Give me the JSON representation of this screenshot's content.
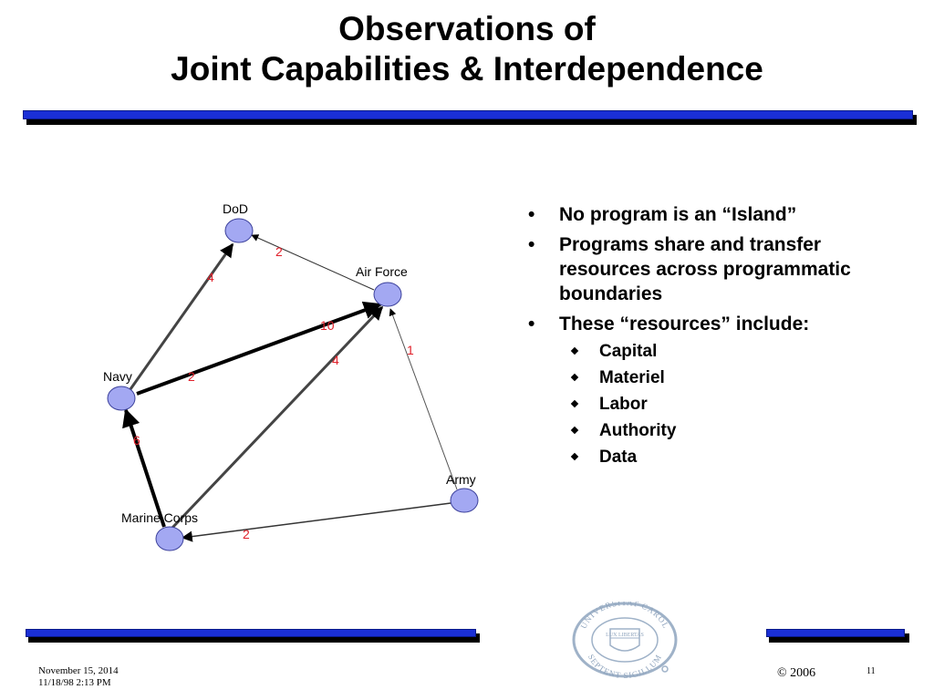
{
  "slide": {
    "title_line1": "Observations of",
    "title_line2": "Joint Capabilities & Interdependence"
  },
  "diagram": {
    "nodes": [
      {
        "id": "dod",
        "label": "DoD"
      },
      {
        "id": "airforce",
        "label": "Air Force"
      },
      {
        "id": "navy",
        "label": "Navy"
      },
      {
        "id": "army",
        "label": "Army"
      },
      {
        "id": "marines",
        "label": "Marine Corps"
      }
    ],
    "edges": [
      {
        "from": "Navy",
        "to": "DoD",
        "weight": "4"
      },
      {
        "from": "Air Force",
        "to": "DoD",
        "weight": "2"
      },
      {
        "from": "Navy",
        "to": "Air Force",
        "weight": "10"
      },
      {
        "from": "Air Force",
        "to": "Navy",
        "weight": "2"
      },
      {
        "from": "Marine Corps",
        "to": "Air Force",
        "weight": "4"
      },
      {
        "from": "Army",
        "to": "Air Force",
        "weight": "1"
      },
      {
        "from": "Marine Corps",
        "to": "Navy",
        "weight": "6"
      },
      {
        "from": "Army",
        "to": "Marine Corps",
        "weight": "2"
      }
    ],
    "colors": {
      "node_fill": "#a3a8f2",
      "node_stroke": "#3a3f9a",
      "edge": "#000000",
      "weight_label": "#e0202a"
    }
  },
  "bullets": {
    "items": [
      {
        "text": "No program is an “Island”"
      },
      {
        "text": "Programs share and transfer resources across programmatic boundaries"
      },
      {
        "text": "These “resources” include:"
      }
    ],
    "sub_items": [
      "Capital",
      "Materiel",
      "Labor",
      "Authority",
      "Data"
    ]
  },
  "footer": {
    "date": "November 15, 2014",
    "timestamp": "11/18/98 2:13 PM",
    "copyright": "© 2006",
    "page_number": "11"
  },
  "seal": {
    "top_text": "UNIVERSITAT CAROL",
    "bottom_text": "SEPTENT SIGILLUM",
    "center_text": "LUX LIBERTAS"
  },
  "theme": {
    "accent_bar": "#1a2fd6"
  }
}
